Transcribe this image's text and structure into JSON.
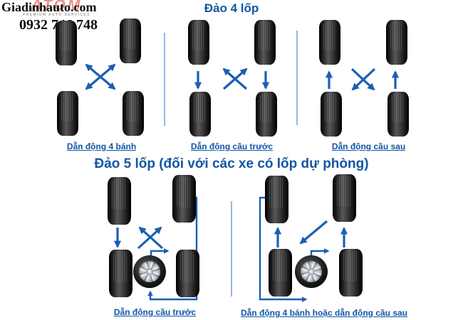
{
  "watermark": {
    "site": "Giadinhauto.com",
    "phone": "0932 746 748",
    "logo": "ATOM",
    "logo_tagline": "PREMIUM AUTO SERVICES"
  },
  "section_4_tires": {
    "title": "Đảo 4 lốp",
    "diagrams": [
      {
        "label": "Dẫn động 4 bánh",
        "rotation_pattern": "all four tires swap diagonally (double-headed X arrows)"
      },
      {
        "label": "Dẫn động cầu trước",
        "rotation_pattern": "front tires move straight back; rear tires cross forward (X arrows pointing up)"
      },
      {
        "label": "Dẫn động cầu sau",
        "rotation_pattern": "rear tires move straight forward; front tires cross back (X arrows pointing down)"
      }
    ]
  },
  "section_5_tires": {
    "title": "Đảo 5 lốp (đối với các xe có lốp dự phòng)",
    "diagrams": [
      {
        "label": "Dẫn động cầu trước",
        "rotation_pattern": "front-left straight back; rear tires cross forward; spare moves to rear-right; front-right routes around to become the spare"
      },
      {
        "label": "Dẫn động 4 bánh hoặc dẫn động cầu sau",
        "rotation_pattern": "rear tires move straight forward; front-right crosses down to rear-left; spare moves to rear-right; front-left routes around to become the spare"
      }
    ]
  },
  "colors": {
    "arrow": "#1a5fb4",
    "divider": "#6b97d6",
    "title_text": "#1156a5",
    "label_text": "#1156a5",
    "watermark_text": "#0d0d0d",
    "logo_red": "#d23b26"
  }
}
